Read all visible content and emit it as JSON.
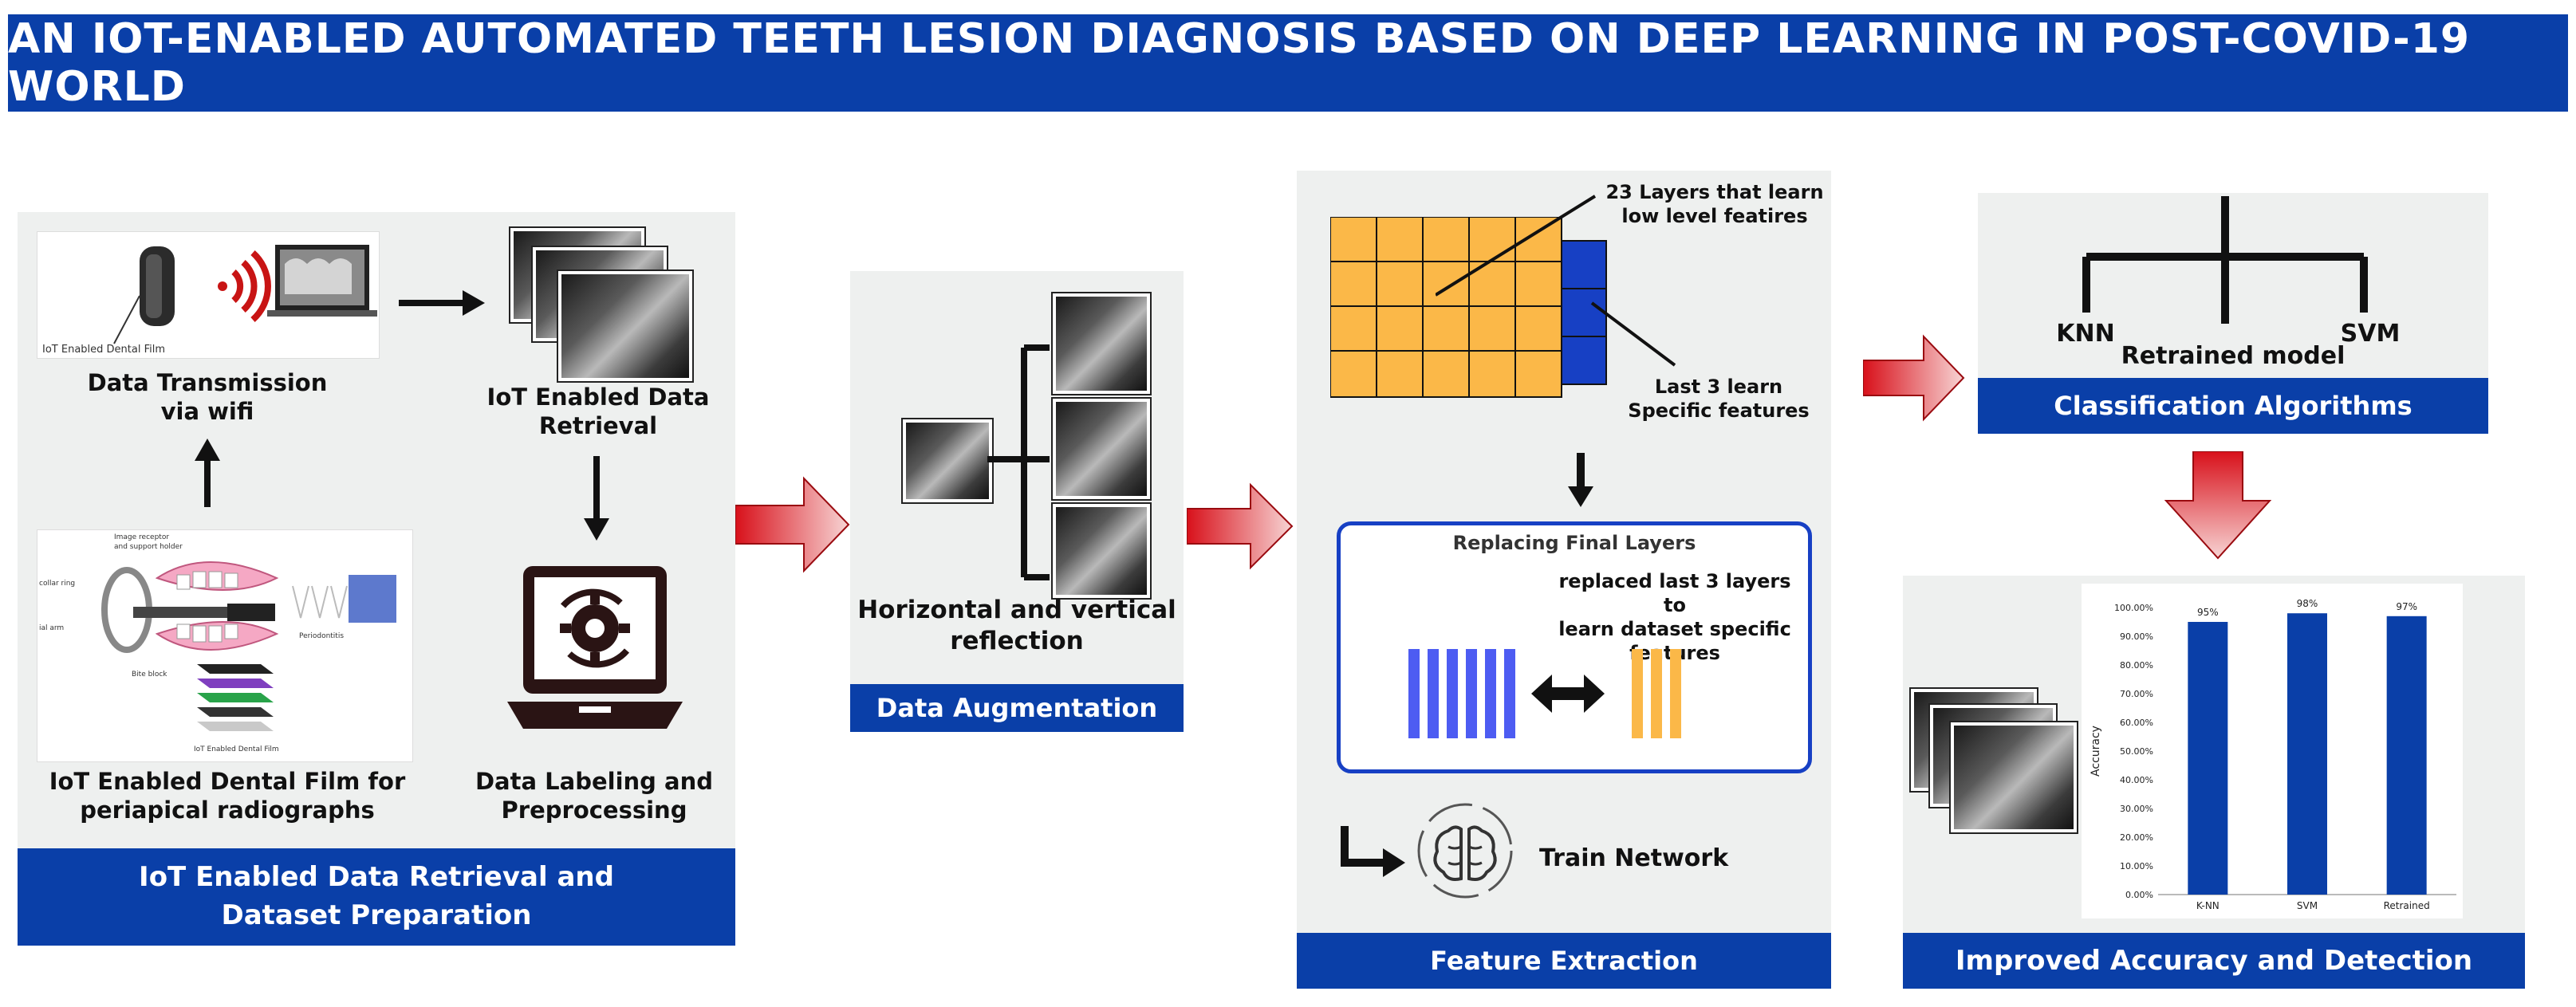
{
  "title": "AN IOT-ENABLED AUTOMATED TEETH LESION DIAGNOSIS BASED ON DEEP LEARNING IN POST-COVID-19 WORLD",
  "panel1": {
    "band_line1": "IoT Enabled Data Retrieval and",
    "band_line2": "Dataset Preparation",
    "film_caption": "IoT Enabled Dental Film",
    "transmission_line1": "Data Transmission",
    "transmission_line2": "via wifi",
    "retrieval_line1": "IoT Enabled Data",
    "retrieval_line2": "Retrieval",
    "dental_film_line1": "IoT Enabled Dental Film for",
    "dental_film_line2": "periapical radiographs",
    "labeling_line1": "Data Labeling and",
    "labeling_line2": "Preprocessing",
    "sketch_labels": {
      "receptor_line1": "Image receptor",
      "receptor_line2": "and support holder",
      "collar_ring": "collar ring",
      "arm": "ial arm",
      "bite_block": "Bite block",
      "periodontitis": "Periodontitis",
      "film_bottom": "IoT Enabled Dental Film"
    }
  },
  "panel2": {
    "label_line1": "Horizontal and vertical",
    "label_line2": "reflection",
    "band": "Data Augmentation"
  },
  "panel3": {
    "layers23_line1": "23 Layers that learn",
    "layers23_line2": "low level featires",
    "last3_line1": "Last 3 learn",
    "last3_line2": "Specific features",
    "replacing_title": "Replacing Final Layers",
    "replaced_line1": "replaced last 3 layers to",
    "replaced_line2": "learn dataset specific",
    "replaced_line3": "features",
    "train": "Train Network",
    "band": "Feature Extraction"
  },
  "panel4": {
    "knn": "KNN",
    "svm": "SVM",
    "retrained": "Retrained model",
    "band": "Classification Algorithms"
  },
  "panel5": {
    "band": "Improved Accuracy and Detection"
  },
  "chart_data": {
    "type": "bar",
    "categories": [
      "K-NN",
      "SVM",
      "Retrained"
    ],
    "values": [
      95,
      98,
      97
    ],
    "value_labels": [
      "95%",
      "98%",
      "97%"
    ],
    "ylabel": "Accuracy",
    "ylim": [
      0,
      100
    ],
    "yticks": [
      "0.00%",
      "10.00%",
      "20.00%",
      "30.00%",
      "40.00%",
      "50.00%",
      "60.00%",
      "70.00%",
      "80.00%",
      "90.00%",
      "100.00%"
    ],
    "bar_color": "#0a3fa8",
    "grid": false
  },
  "colors": {
    "brand_blue": "#0a3fa8",
    "grid_orange": "#fbb848",
    "layer_blue": "#1740c4",
    "arrow_red": "#e0141b"
  }
}
